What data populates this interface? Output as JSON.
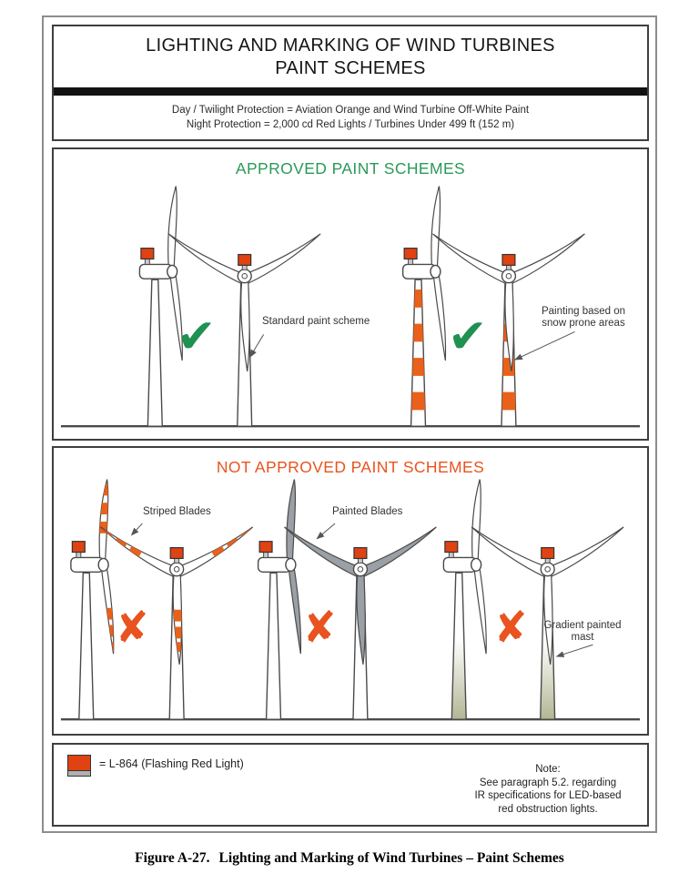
{
  "figure": {
    "title_line1": "LIGHTING AND MARKING OF WIND TURBINES",
    "title_line2": "PAINT SCHEMES",
    "subtitle_line1": "Day / Twilight Protection = Aviation Orange and Wind Turbine Off-White Paint",
    "subtitle_line2": "Night Protection = 2,000 cd Red Lights / Turbines Under 499 ft (152 m)",
    "caption_label": "Figure A-27.",
    "caption_text": "Lighting and Marking of Wind Turbines – Paint Schemes"
  },
  "approved": {
    "heading": "APPROVED PAINT SCHEMES",
    "checkmark_glyph": "✔",
    "label_standard": "Standard paint scheme",
    "label_snow_line1": "Painting based on",
    "label_snow_line2": "snow prone areas"
  },
  "not_approved": {
    "heading": "NOT APPROVED PAINT SCHEMES",
    "xmark_glyph": "✘",
    "label_striped_blades": "Striped Blades",
    "label_painted_blades": "Painted Blades",
    "label_gradient_line1": "Gradient painted",
    "label_gradient_line2": "mast"
  },
  "legend": {
    "symbol_name": "l864-flashing-red-light-icon",
    "label": "= L-864 (Flashing Red Light)",
    "note_lines": [
      "Note:",
      "See paragraph 5.2. regarding",
      "IR specifications for LED-based",
      "red obstruction lights."
    ]
  },
  "colors": {
    "approved_green": "#2a9a58",
    "check_green": "#1f9150",
    "not_approved_orange": "#e8541f",
    "x_orange": "#e8531f",
    "stripe_orange": "#e9611b",
    "light_red": "#e04212",
    "blade_gray": "#9aa0a5",
    "gradient_mast_olive": "#b3b694"
  }
}
